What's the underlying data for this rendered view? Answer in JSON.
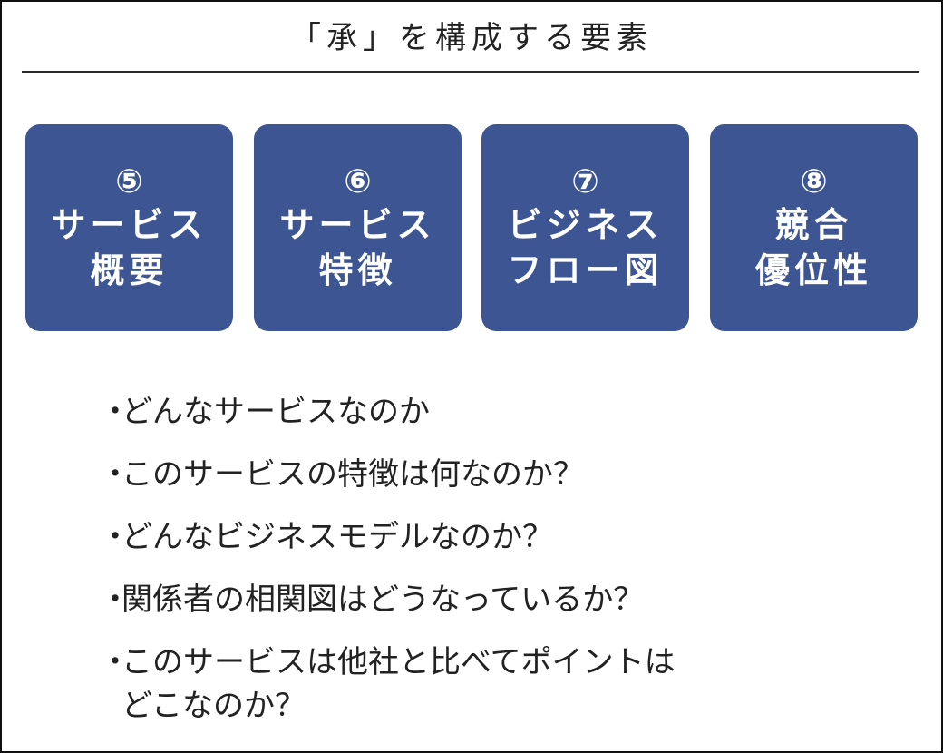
{
  "title": "「承」を構成する要素",
  "boxes": [
    {
      "number": "⑤",
      "line1": "サービス",
      "line2": "概要"
    },
    {
      "number": "⑥",
      "line1": "サービス",
      "line2": "特徴"
    },
    {
      "number": "⑦",
      "line1": "ビジネス",
      "line2": "フロー図"
    },
    {
      "number": "⑧",
      "line1": "競合",
      "line2": "優位性"
    }
  ],
  "bullets": [
    {
      "text": "どんなサービスなのか"
    },
    {
      "text": "このサービスの特徴は何なのか？"
    },
    {
      "text": "どんなビジネスモデルなのか？"
    },
    {
      "text": "関係者の相関図はどうなっているか？"
    },
    {
      "text": "このサービスは他社と比べてポイントは",
      "cont": "どこなのか？"
    }
  ],
  "bullet_mark": "・",
  "colors": {
    "box_fill": "#3d5693",
    "box_text": "#ffffff",
    "text": "#222222"
  }
}
